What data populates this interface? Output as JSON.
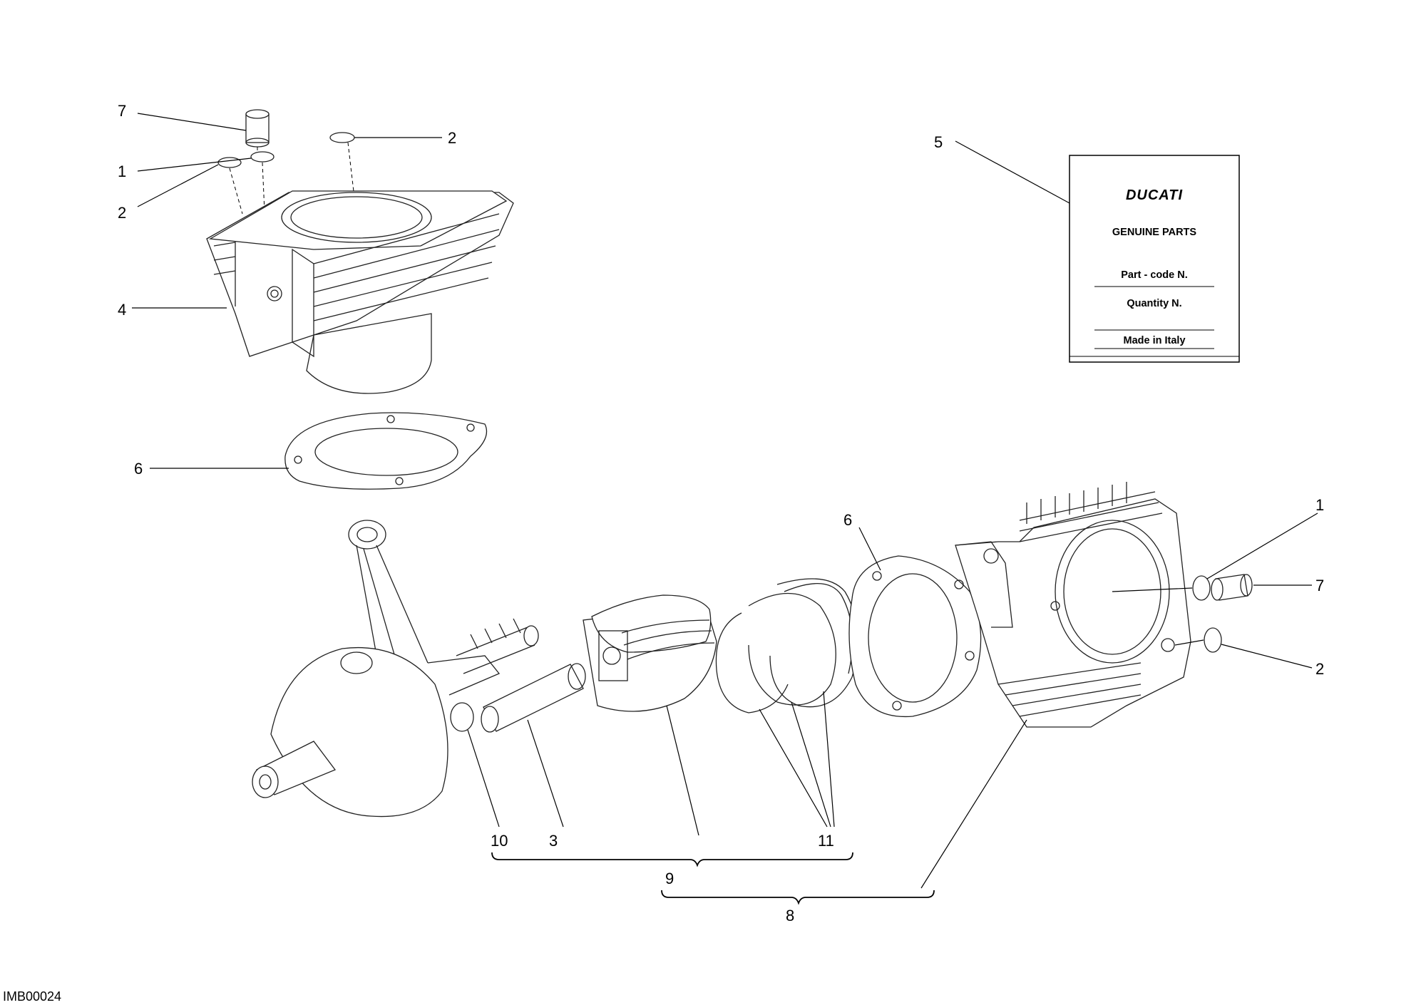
{
  "callouts": {
    "c7_top": "7",
    "c1_top": "1",
    "c2_top_left": "2",
    "c2_top_right": "2",
    "c4": "4",
    "c6_left": "6",
    "c5": "5",
    "c6_mid": "6",
    "c1_right": "1",
    "c7_right": "7",
    "c2_right": "2",
    "c10": "10",
    "c3": "3",
    "c11": "11",
    "c9": "9",
    "c8": "8"
  },
  "label": {
    "brand": "DUCATI",
    "genuine": "GENUINE PARTS",
    "part_code": "Part - code N.",
    "quantity": "Quantity N.",
    "made_in": "Made in Italy"
  },
  "footer": {
    "drawing_code": "IMB00024"
  }
}
